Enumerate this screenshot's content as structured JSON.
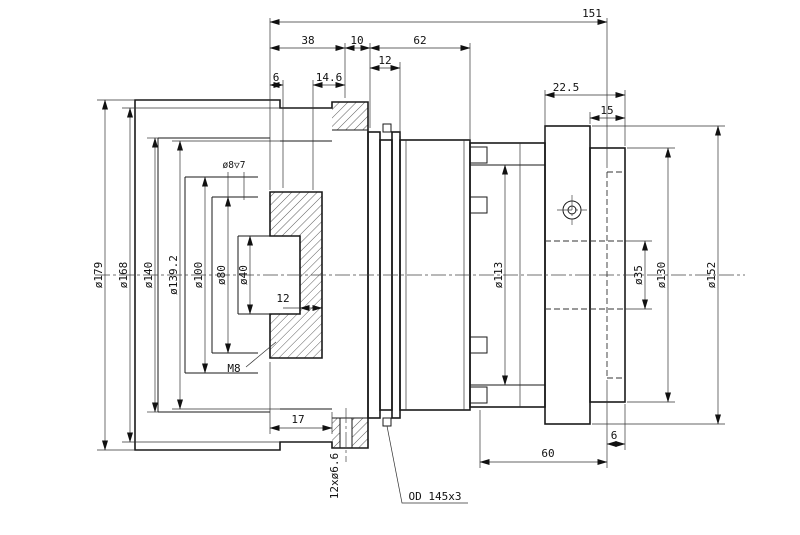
{
  "drawing": {
    "background": "#ffffff",
    "line_color": "#1a1a1a",
    "labels": {
      "len_total": "151",
      "len_38": "38",
      "len_10": "10",
      "len_62": "62",
      "len_12": "12",
      "len_6_top": "6",
      "len_14_6": "14.6",
      "len_22_5": "22.5",
      "len_15": "15",
      "dia_179": "ø179",
      "dia_168": "ø168",
      "dia_140": "ø140",
      "dia_139_2": "ø139.2",
      "dia_100": "ø100",
      "dia_80": "ø80",
      "dia_40": "ø40",
      "hole_note": "ø8▽7",
      "web_12": "12",
      "thread_m8": "M8",
      "len_17": "17",
      "bolt_note": "12xø6.6",
      "oring_note": "OD 145x3",
      "dia_113": "ø113",
      "dia_35": "ø35",
      "dia_130": "ø130",
      "dia_152": "ø152",
      "len_60": "60",
      "len_6_bottom": "6"
    }
  }
}
